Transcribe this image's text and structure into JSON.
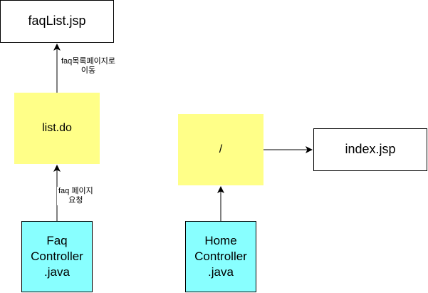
{
  "nodes": {
    "faqlist_jsp": {
      "label": "faqList.jsp"
    },
    "list_do": {
      "label": "list.do"
    },
    "faq_controller": {
      "label": "Faq\nController\n.java"
    },
    "root_action": {
      "label": "/"
    },
    "index_jsp": {
      "label": "index.jsp"
    },
    "home_controller": {
      "label": "Home\nController\n.java"
    }
  },
  "edges": {
    "faq_to_list": {
      "label": "faq 페이지\n요청"
    },
    "list_to_faqlist": {
      "label": "faq목록페이지로\n이동"
    }
  },
  "colors": {
    "action_fill": "#ffff88",
    "controller_fill": "#88ffff",
    "file_fill": "#ffffff",
    "stroke": "#000000"
  }
}
